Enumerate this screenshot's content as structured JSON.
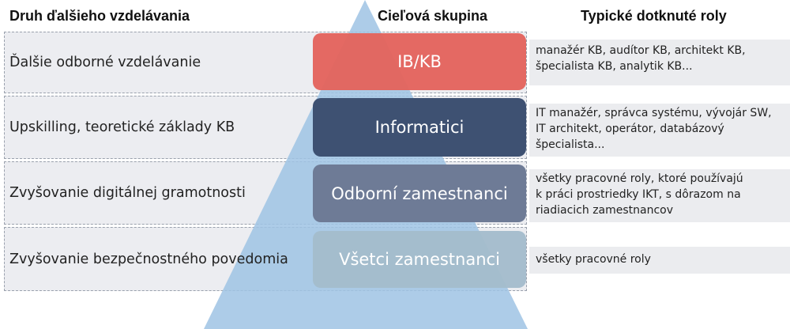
{
  "headers": {
    "type": "Druh ďalšieho vzdelávania",
    "target": "Cieľová skupina",
    "roles": "Typické dotknuté roly"
  },
  "rows": [
    {
      "type": "Ďalšie odborné vzdelávanie",
      "target": "IB/KB",
      "roles": "manažér KB, audítor KB, architekt KB,\nšpecialista KB, analytik KB...",
      "color": "#e4625b"
    },
    {
      "type": "Upskilling, teoretické základy KB",
      "target": "Informatici",
      "roles": "IT manažér, správca systému, vývojár SW,\nIT architekt, operátor, databázový\nšpecialista...",
      "color": "#3e5172"
    },
    {
      "type": "Zvyšovanie digitálnej gramotnosti",
      "target": "Odborní zamestnanci",
      "roles": "všetky pracovné roly, ktoré používajú\nk práci prostriedky IKT, s dôrazom na\nriadiacich zamestnancov",
      "color": "#6e7b96"
    },
    {
      "type": "Zvyšovanie bezpečnostného povedomia",
      "target": "Všetci zamestnanci",
      "roles": "všetky pracovné roly",
      "color": "#a3bccb"
    }
  ]
}
